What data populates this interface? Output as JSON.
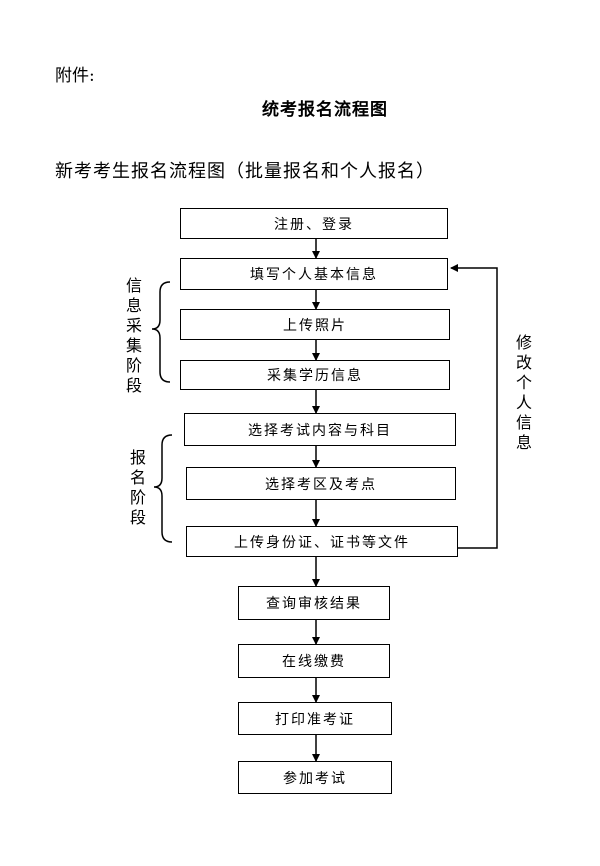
{
  "header": {
    "attachment": "附件:",
    "title": "统考报名流程图",
    "subtitle": "新考考生报名流程图（批量报名和个人报名）"
  },
  "flow": {
    "steps": [
      "注册、登录",
      "填写个人基本信息",
      "上传照片",
      "采集学历信息",
      "选择考试内容与科目",
      "选择考区及考点",
      "上传身份证、证书等文件",
      "查询审核结果",
      "在线缴费",
      "打印准考证",
      "参加考试"
    ],
    "stage_labels": {
      "info_collection": "信息采集阶段",
      "registration": "报名阶段"
    },
    "loop_label": "修改个人信息"
  }
}
